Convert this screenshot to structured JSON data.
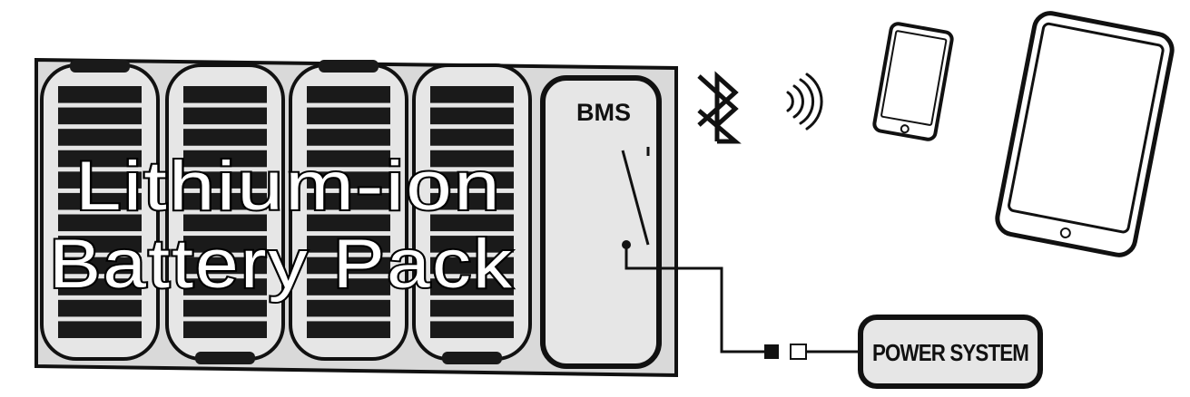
{
  "title": {
    "line1": "Lithium-ion",
    "line2": "Battery Pack"
  },
  "bms": {
    "label": "BMS"
  },
  "power_system": {
    "label": "POWER SYSTEM"
  },
  "icons": {
    "wireless": "bluetooth-icon",
    "signal": "wireless-signal-icon",
    "phone": "smartphone-icon",
    "tablet": "tablet-icon"
  },
  "colors": {
    "ink": "#111111",
    "pack_fill": "#d9d9d9",
    "cell_fill": "#e6e6e6",
    "bar_fill": "#1a1a1a"
  },
  "battery": {
    "cell_count": 4,
    "bars_per_cell": 12
  }
}
